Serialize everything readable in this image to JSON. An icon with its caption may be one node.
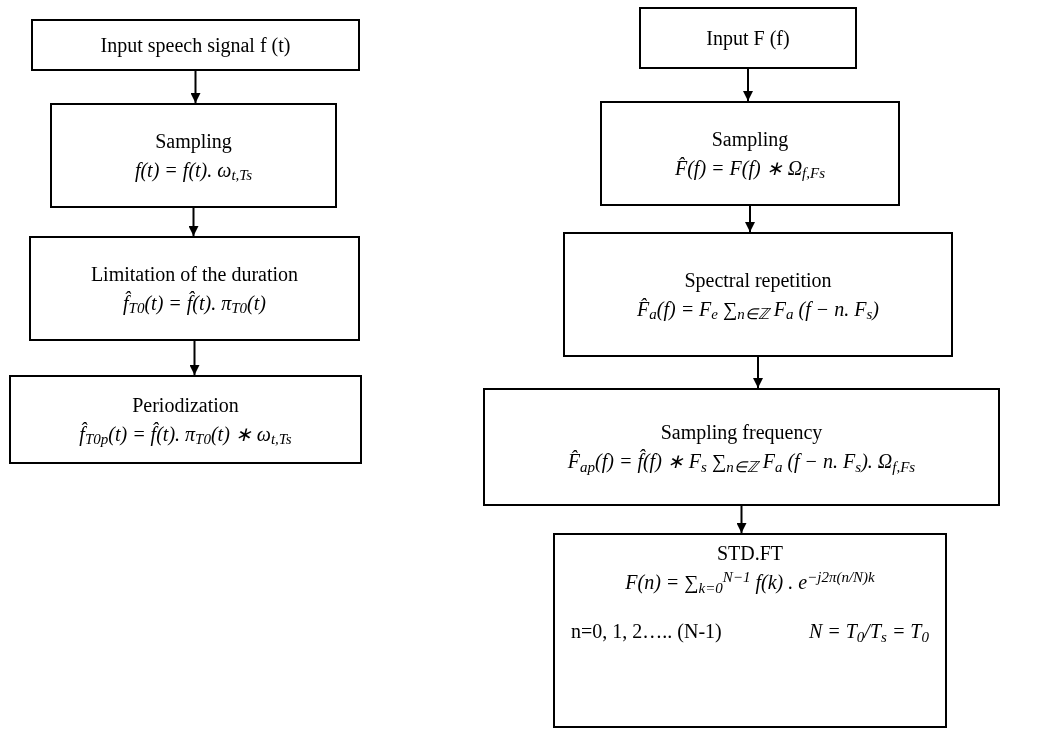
{
  "diagram": {
    "nodes": [
      {
        "text": [
          "Input speech signal f (t)"
        ]
      },
      {
        "text": [
          "Sampling",
          "f(t) = f(t). ω$_{t,Ts}$"
        ]
      },
      {
        "text": [
          "Limitation of the duration",
          "f̂$_{T0}$(t) = f̂(t). π$_{T0}$(t)"
        ]
      },
      {
        "text": [
          "Periodization",
          "f̂$_{T0p}$(t) = f̂(t). π$_{T0}$(t) ∗ ω$_{t,Ts}$"
        ]
      },
      {
        "text": [
          "Input F (f)"
        ]
      },
      {
        "text": [
          "Sampling",
          "F̂(f) = F(f) ∗ Ω$_{f,Fs}$"
        ]
      },
      {
        "text": [
          "Spectral repetition",
          "F̂$_{a}$(f) = F$_{e}$ ∑$_{n∈ℤ}$ F$_{a}$ (f − n. F$_{s}$)"
        ]
      },
      {
        "text": [
          "Sampling frequency",
          "F̂$_{ap}$(f) = f̂(f) ∗ F$_{s}$ ∑$_{n∈ℤ}$ F$_{a}$ (f − n. F$_{s}$). Ω$_{f,Fs}$"
        ]
      },
      {
        "text": [
          "STD.FT",
          "F(n) = ∑$_{k=0}$$^{N−1}$ f(k) . e$^{−j2π(n/N)k}$",
          "n=0, 1, 2….. (N-1)",
          "N = T$_{0}$/T$_{s}$ = T$_{0}$"
        ]
      }
    ],
    "edges": [
      {
        "from": 0,
        "to": 1,
        "arrow": "to"
      },
      {
        "from": 1,
        "to": 2,
        "arrow": "to"
      },
      {
        "from": 2,
        "to": 3,
        "arrow": "to"
      },
      {
        "from": 4,
        "to": 5,
        "arrow": "to"
      },
      {
        "from": 5,
        "to": 6,
        "arrow": "to"
      },
      {
        "from": 6,
        "to": 7,
        "arrow": "to"
      },
      {
        "from": 7,
        "to": 8,
        "arrow": "to"
      }
    ]
  }
}
